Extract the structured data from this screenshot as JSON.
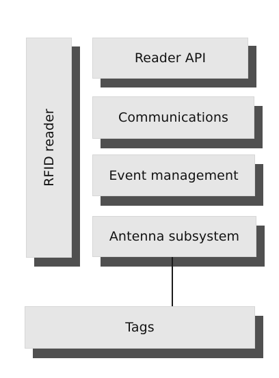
{
  "diagram": {
    "reader_label": "RFID reader",
    "layers": [
      {
        "label": "Reader API"
      },
      {
        "label": "Communications"
      },
      {
        "label": "Event management"
      },
      {
        "label": "Antenna subsystem"
      }
    ],
    "tags_label": "Tags"
  },
  "colors": {
    "box_fill": "#e6e6e6",
    "shadow": "#505050",
    "text": "#111111",
    "connector": "#1a1a1a"
  }
}
